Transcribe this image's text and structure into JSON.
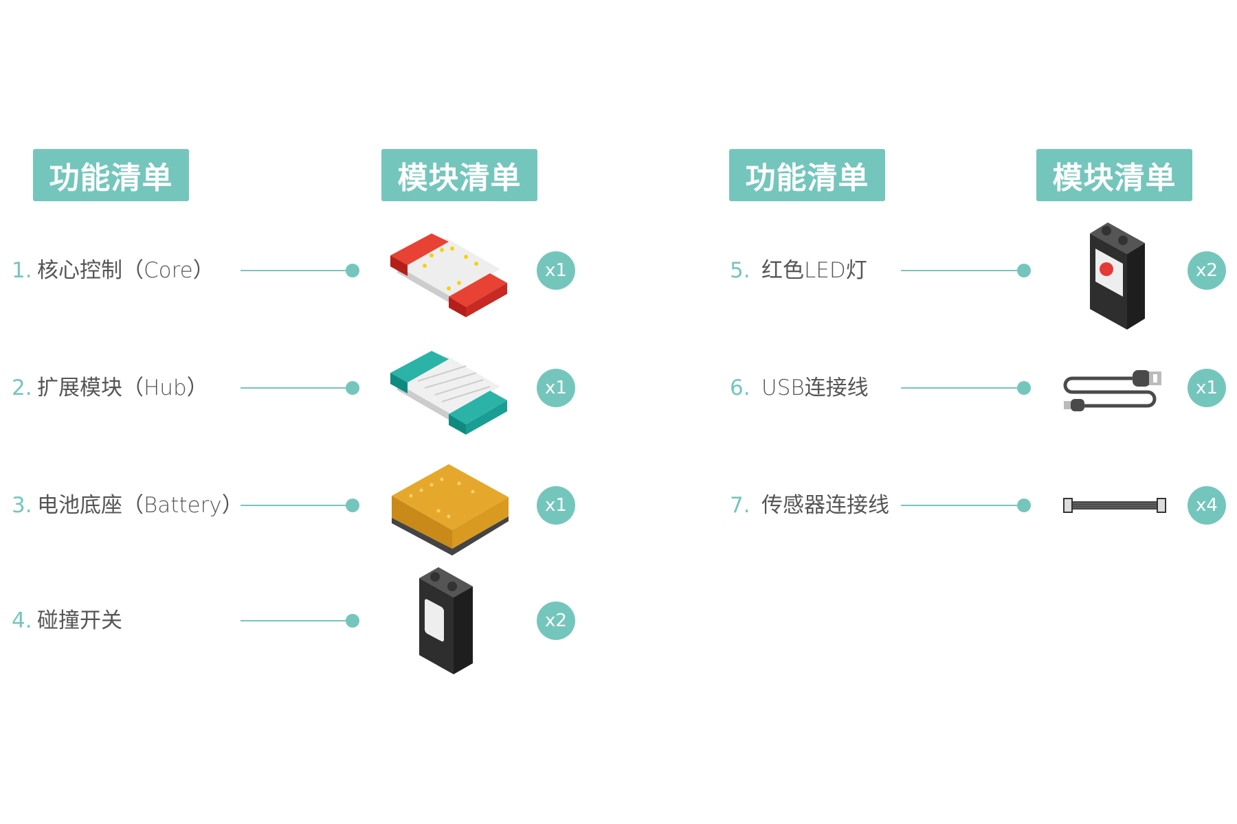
{
  "colors": {
    "accent": "#74c6bc",
    "text": "#555555"
  },
  "left": {
    "function_header": "功能清单",
    "module_header": "模块清单",
    "items": [
      {
        "number": "1.",
        "label": "核心控制（Core）",
        "qty": "x1",
        "icon": "core-module-icon"
      },
      {
        "number": "2.",
        "label": "扩展模块（Hub）",
        "qty": "x1",
        "icon": "hub-module-icon"
      },
      {
        "number": "3.",
        "label": "电池底座（Battery）",
        "qty": "x1",
        "icon": "battery-module-icon"
      },
      {
        "number": "4.",
        "label": "碰撞开关",
        "qty": "x2",
        "icon": "crash-switch-icon"
      }
    ]
  },
  "right": {
    "function_header": "功能清单",
    "module_header": "模块清单",
    "items": [
      {
        "number": "5.",
        "label": "红色LED灯",
        "qty": "x2",
        "icon": "red-led-module-icon"
      },
      {
        "number": "6.",
        "label": "USB连接线",
        "qty": "x1",
        "icon": "usb-cable-icon"
      },
      {
        "number": "7.",
        "label": "传感器连接线",
        "qty": "x4",
        "icon": "sensor-cable-icon"
      }
    ]
  }
}
